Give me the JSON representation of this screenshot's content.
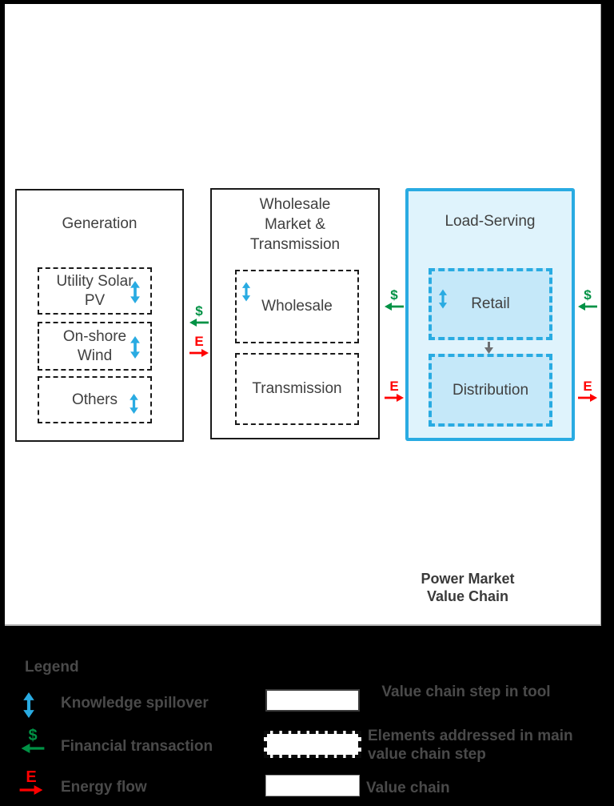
{
  "diagram": {
    "generation": {
      "title": "Generation",
      "items": [
        {
          "line1": "Utility Solar",
          "line2": "PV"
        },
        {
          "line1": "On-shore",
          "line2": "Wind"
        },
        {
          "line1": "Others",
          "line2": ""
        }
      ]
    },
    "wholesale": {
      "title1": "Wholesale",
      "title2": "Market &",
      "title3": "Transmission",
      "items": [
        {
          "label": "Wholesale"
        },
        {
          "label": "Transmission"
        }
      ]
    },
    "load_serving": {
      "title": "Load-Serving",
      "items": [
        {
          "label": "Retail"
        },
        {
          "label": "Distribution"
        }
      ]
    },
    "flows": {
      "dollar": "$",
      "energy": "E"
    },
    "caption": {
      "line1": "Power Market",
      "line2": "Value Chain"
    }
  },
  "legend": {
    "heading": "Legend",
    "rows": [
      {
        "icon": "knowledge-spillover-arrow",
        "label": "Knowledge spillover"
      },
      {
        "icon": "financial-transaction-arrow",
        "label": "Financial transaction"
      },
      {
        "icon": "energy-flow-arrow",
        "label": "Energy flow"
      }
    ],
    "boxes": [
      {
        "style": "solid",
        "label": "Value chain step in tool"
      },
      {
        "style": "dashed",
        "label": "Elements addressed in main value chain step"
      },
      {
        "style": "solid-thin",
        "label": "Value chain"
      }
    ]
  },
  "colors": {
    "blue": "#29ABE2",
    "light_blue_fill": "#DFF3FC",
    "inner_blue_fill": "#C5E8F9",
    "green": "#009245",
    "red": "#FF0000",
    "dark_text": "#404040",
    "legend_text": "#4A4A4A",
    "gray_arrow": "#6D6E71"
  }
}
